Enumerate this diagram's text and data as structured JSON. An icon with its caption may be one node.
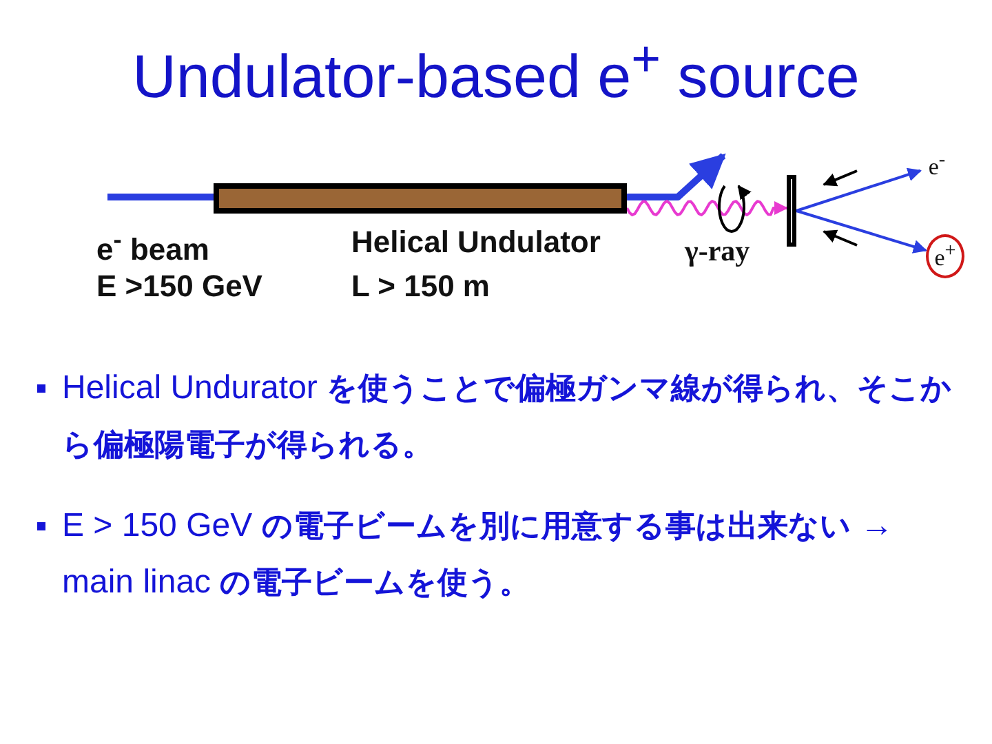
{
  "diagram": {
    "title": "Undulator-based e$^{+}$ source",
    "nodes": [
      {
        "text": [],
        "shape": "bar",
        "beside": [
          "Helical Undulator",
          "L > 150 m"
        ]
      },
      {
        "text": [],
        "shape": "bar"
      },
      {
        "text": [
          "e$^{-}$"
        ]
      },
      {
        "text": [
          "e$^{+}$"
        ]
      }
    ],
    "edges": [
      {
        "from": null,
        "to": 0,
        "arrow": "none",
        "style": "thick"
      },
      {
        "from": 0,
        "to": null,
        "arrow": "to",
        "style": "thick"
      },
      {
        "from": 0,
        "to": 1,
        "arrow": "to",
        "color": "#e83ad0"
      },
      {
        "from": 1,
        "to": 2,
        "arrow": "to"
      },
      {
        "from": 1,
        "to": 3,
        "arrow": "to"
      }
    ],
    "labels": [
      "e$^{-}$ beam",
      "E >150 GeV",
      "γ-ray",
      "Helical Undurator **を使うことで偏極ガンマ線が得られ、そこから偏極陽電子が得られる。**",
      "E > 150 GeV **の電子ビームを別に用意する事は出来ない** → main linac **の電子ビームを使う。**"
    ]
  }
}
